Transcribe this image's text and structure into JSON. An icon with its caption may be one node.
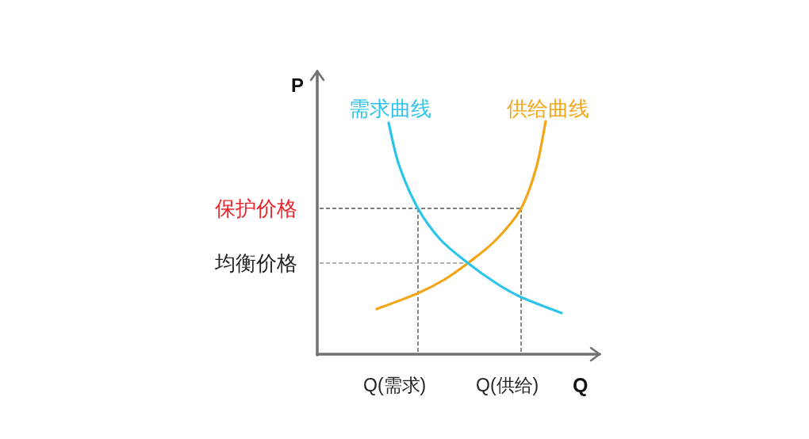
{
  "diagram": {
    "labels": [
      "P",
      "需求曲线",
      "供给曲线",
      "保护价格",
      "均衡价格",
      "Q(需求)",
      "Q(供给)",
      "Q"
    ]
  }
}
